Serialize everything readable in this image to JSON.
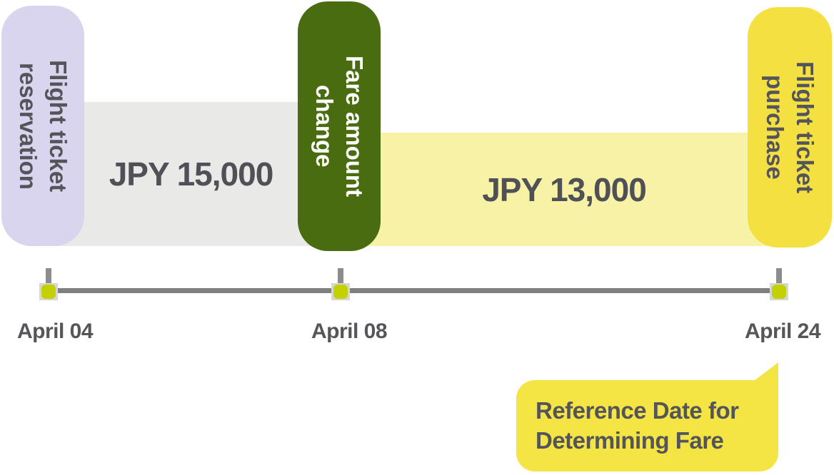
{
  "pills": [
    {
      "id": "flight-ticket-reservation",
      "line1": "Flight ticket",
      "line2": "reservation",
      "color": "#DAD5EF"
    },
    {
      "id": "fare-amount-change",
      "line1": "Fare amount",
      "line2": "change",
      "color": "#4A6C10"
    },
    {
      "id": "flight-ticket-purchase",
      "line1": "Flight ticket",
      "line2": "purchase",
      "color": "#F5E042"
    }
  ],
  "segments": [
    {
      "label": "JPY 15,000",
      "band_color": "#E9E9E7"
    },
    {
      "label": "JPY 13,000",
      "band_color": "#F7F2A5"
    }
  ],
  "timeline": {
    "dates": [
      "April 04",
      "April 08",
      "April 24"
    ],
    "line_color": "#7F7F7F",
    "dot_color": "#C3D100"
  },
  "bubble": {
    "line1": "Reference Date for",
    "line2": "Determining Fare",
    "color": "#F4E444"
  },
  "colors": {
    "text_dark": "#54555A",
    "pill_text_light": "#FFFFFF"
  }
}
